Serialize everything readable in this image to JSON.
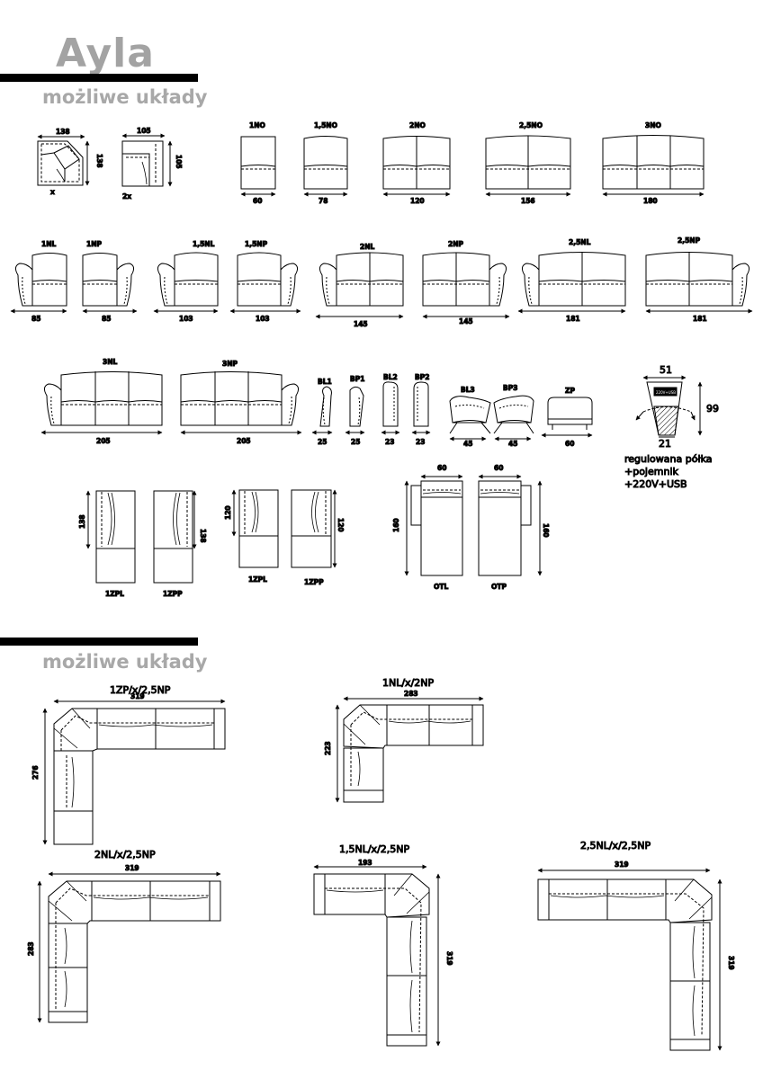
{
  "page": {
    "title": "Ayla",
    "section1": "możliwe układy",
    "section2": "możliwe układy"
  },
  "corners": [
    {
      "name": "x",
      "w": "138",
      "h": "138"
    },
    {
      "name": "2x",
      "w": "105",
      "h": "105"
    }
  ],
  "row1": [
    {
      "name": "1NO",
      "w": "60"
    },
    {
      "name": "1,5NO",
      "w": "78"
    },
    {
      "name": "2NO",
      "w": "120"
    },
    {
      "name": "2,5NO",
      "w": "156"
    },
    {
      "name": "3NO",
      "w": "180"
    }
  ],
  "row2": [
    {
      "name": "1NL",
      "w": "85"
    },
    {
      "name": "1NP",
      "w": "85"
    },
    {
      "name": "1,5NL",
      "w": "103"
    },
    {
      "name": "1,5NP",
      "w": "103"
    },
    {
      "name": "2NL",
      "w": "145"
    },
    {
      "name": "2NP",
      "w": "145"
    },
    {
      "name": "2,5NL",
      "w": "181"
    },
    {
      "name": "2,5NP",
      "w": "181"
    }
  ],
  "row3": [
    {
      "name": "3NL",
      "w": "205"
    },
    {
      "name": "3NP",
      "w": "205"
    },
    {
      "name": "BL1",
      "w": "25"
    },
    {
      "name": "BP1",
      "w": "25"
    },
    {
      "name": "BL2",
      "w": "23"
    },
    {
      "name": "BP2",
      "w": "23"
    },
    {
      "name": "BL3",
      "w": "45"
    },
    {
      "name": "BP3",
      "w": "45"
    },
    {
      "name": "ZP",
      "w": "60"
    }
  ],
  "shelf": {
    "top": "51",
    "height": "99",
    "bottom": "21",
    "label_lines": [
      "regulowana półka",
      "+pojemnik",
      "+220V+USB"
    ]
  },
  "row4": [
    {
      "name": "1ZPL",
      "h": "138"
    },
    {
      "name": "1ZPP",
      "h": "138"
    },
    {
      "name": "1ZPL",
      "h": "120"
    },
    {
      "name": "1ZPP",
      "h": "120"
    },
    {
      "name": "OTL",
      "w": "60",
      "h": "160"
    },
    {
      "name": "OTP",
      "w": "60",
      "h": "160"
    }
  ],
  "layouts": [
    {
      "name": "1ZP/x/2,5NP",
      "w": "319",
      "h": "276"
    },
    {
      "name": "1NL/x/2NP",
      "w": "283",
      "h": "223"
    },
    {
      "name": "2NL/x/2,5NP",
      "w": "319",
      "h": "283"
    },
    {
      "name": "1,5NL/x/2,5NP",
      "w": "193",
      "h": "319"
    },
    {
      "name": "2,5NL/x/2,5NP",
      "w": "319",
      "h": "319"
    }
  ]
}
